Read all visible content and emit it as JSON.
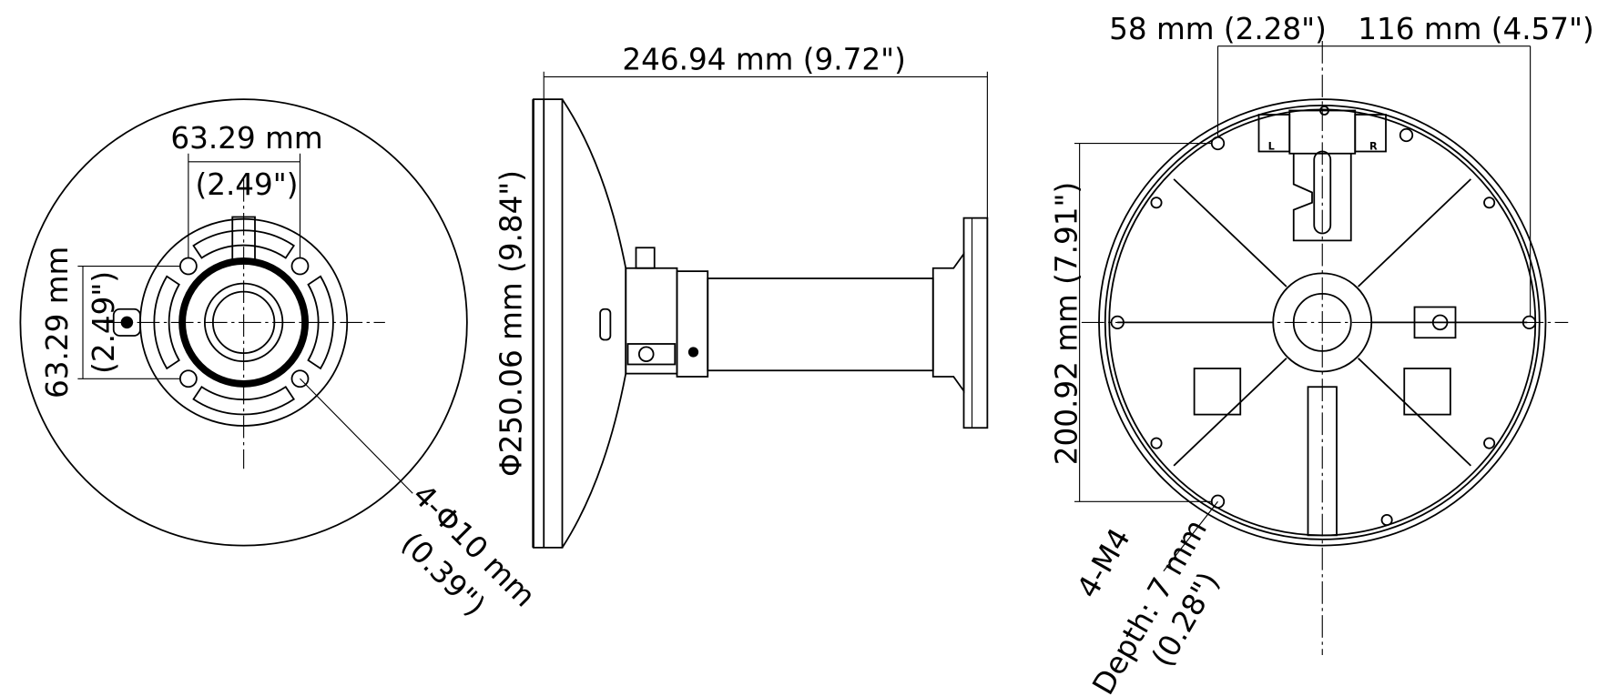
{
  "colors": {
    "line": "#000000",
    "background": "#ffffff"
  },
  "front_view": {
    "hole_spacing_top_mm": "63.29 mm",
    "hole_spacing_top_in": "(2.49\")",
    "hole_spacing_left_mm": "63.29 mm",
    "hole_spacing_left_in": "(2.49\")",
    "hole_spec_mm": "4-Φ10 mm",
    "hole_spec_in": "(0.39\")"
  },
  "side_view": {
    "length": "246.94 mm (9.72\")",
    "diameter": "Φ250.06 mm (9.84\")"
  },
  "back_view": {
    "offset_left": "58 mm (2.28\")",
    "offset_right": "116 mm (4.57\")",
    "height": "200.92 mm (7.91\")",
    "thread_spec": "4-M4",
    "thread_depth_mm": "Depth: 7 mm",
    "thread_depth_in": "(0.28\")",
    "marker_left": "L",
    "marker_right": "R"
  }
}
